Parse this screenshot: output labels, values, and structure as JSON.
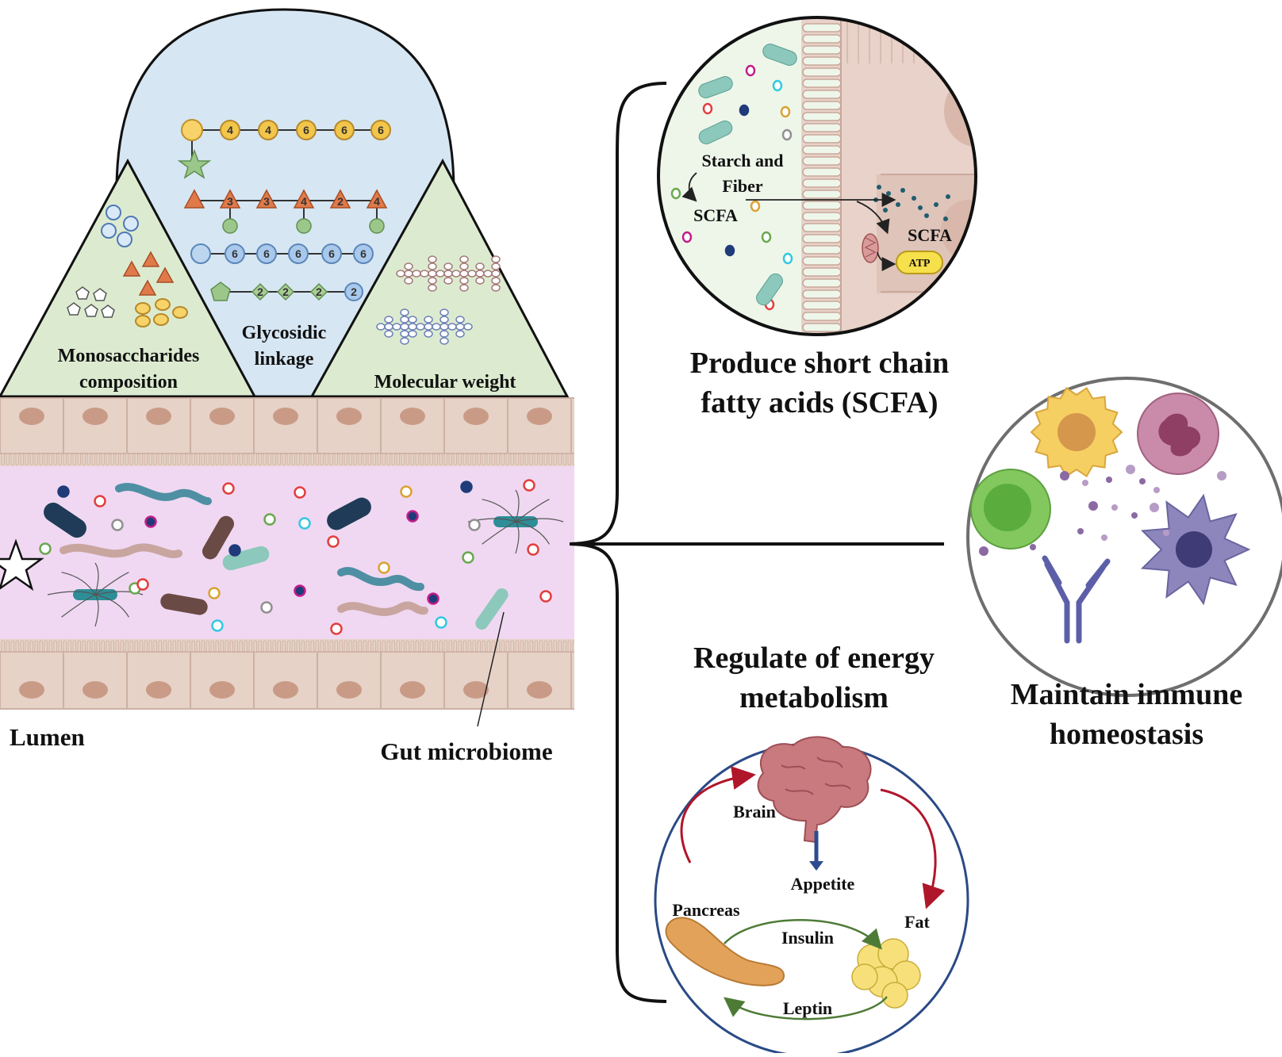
{
  "labels": {
    "monosaccharides_line1": "Monosaccharides",
    "monosaccharides_line2": "composition",
    "glycosidic_line1": "Glycosidic",
    "glycosidic_line2": "linkage",
    "molecular_weight": "Molecular weight",
    "lumen": "Lumen",
    "gut_microbiome": "Gut microbiome"
  },
  "scfa_panel": {
    "title_line1": "Produce short chain",
    "title_line2": "fatty acids (SCFA)",
    "starch_line1": "Starch and",
    "starch_line2": "Fiber",
    "scfa_left": "SCFA",
    "scfa_right": "SCFA",
    "atp": "ATP"
  },
  "immune_panel": {
    "title_line1": "Maintain immune",
    "title_line2": "homeostasis"
  },
  "energy_panel": {
    "title_line1": "Regulate of energy",
    "title_line2": "metabolism",
    "brain": "Brain",
    "appetite": "Appetite",
    "pancreas": "Pancreas",
    "fat": "Fat",
    "insulin": "Insulin",
    "leptin": "Leptin"
  },
  "chains": {
    "chain1": [
      "4",
      "4",
      "6",
      "6",
      "6"
    ],
    "chain2": [
      "3",
      "3",
      "4",
      "2",
      "4"
    ],
    "chain3": [
      "6",
      "6",
      "6",
      "6",
      "6"
    ],
    "chain4": [
      "2",
      "2",
      "2",
      "2"
    ]
  },
  "colors": {
    "triangle_green": "#dcebd0",
    "arch_blue": "#d6e6f3",
    "lumen_pink": "#f0d8f2",
    "cell_beige": "#e8d3c8",
    "insulin_arrow": "#4d7b36",
    "brain_arrow": "#b0162a",
    "energy_circle": "#2b4a86"
  }
}
